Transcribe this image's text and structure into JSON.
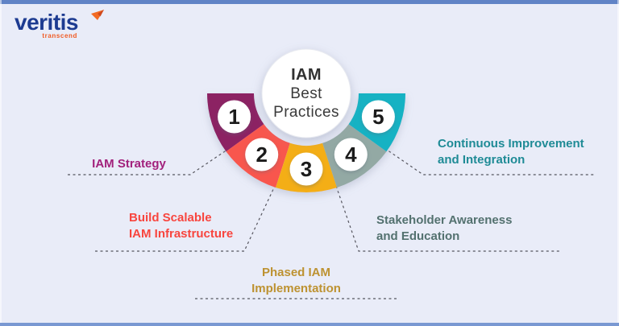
{
  "logo": {
    "brand": "veritis",
    "tagline": "transcend",
    "brand_color": "#1d3b91",
    "accent_color": "#f05a22"
  },
  "center": {
    "lines": [
      "IAM",
      "Best",
      "Practices"
    ]
  },
  "diagram": {
    "background_color": "#e9ecf8",
    "top_bar_color": "#6083c6",
    "bottom_bar_color": "#7998d2",
    "connector_color": "#55555e",
    "segments": [
      {
        "number": "1",
        "color": "#8c2063",
        "label_color": "#a2217c",
        "label_lines": [
          "IAM Strategy"
        ]
      },
      {
        "number": "2",
        "color": "#f8564d",
        "label_color": "#f8453e",
        "label_lines": [
          "Build Scalable",
          "IAM Infrastructure"
        ]
      },
      {
        "number": "3",
        "color": "#f4ae18",
        "label_color": "#bd9231",
        "label_lines": [
          "Phased IAM",
          "Implementation"
        ]
      },
      {
        "number": "4",
        "color": "#93a9a4",
        "label_color": "#53716f",
        "label_lines": [
          "Stakeholder Awareness",
          "and Education"
        ]
      },
      {
        "number": "5",
        "color": "#13b2c3",
        "label_color": "#1f8b96",
        "label_lines": [
          "Continuous Improvement",
          "and Integration"
        ]
      }
    ]
  }
}
